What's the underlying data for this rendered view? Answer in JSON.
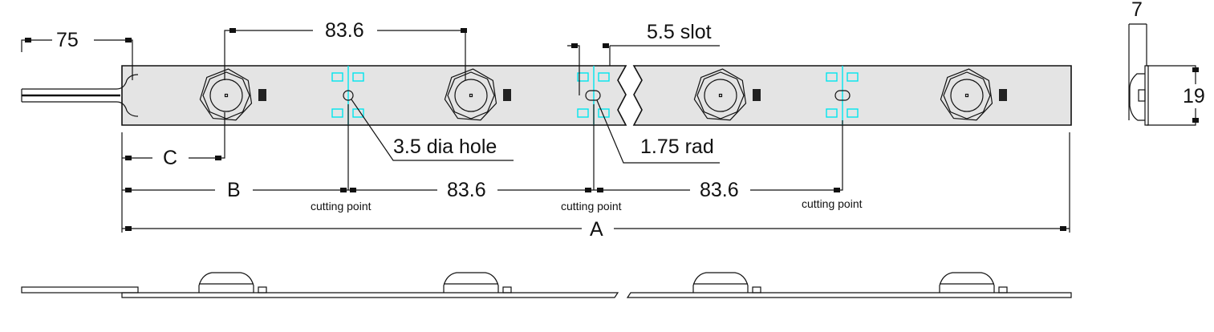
{
  "labels": {
    "lead_length": "75",
    "pitch_top": "83.6",
    "slot": "5.5 slot",
    "hole": "3.5 dia hole",
    "radius": "1.75 rad",
    "dim_c": "C",
    "dim_b": "B",
    "pitch_1": "83.6",
    "pitch_2": "83.6",
    "dim_a": "A",
    "cutting_point_1": "cutting point",
    "cutting_point_2": "cutting point",
    "cutting_point_3": "cutting point",
    "thickness": "7",
    "width": "19"
  },
  "colors": {
    "strip_fill": "#e4e4e4",
    "guide": "#00e5ee",
    "line": "#111111"
  }
}
